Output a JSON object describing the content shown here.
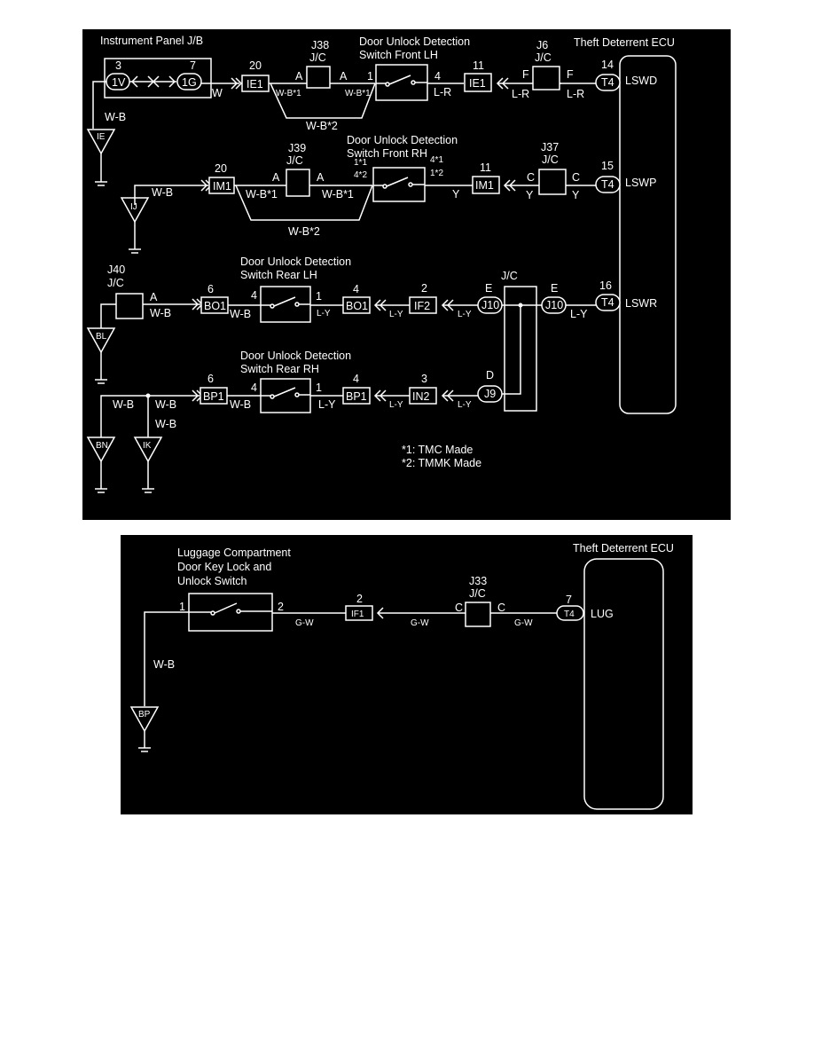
{
  "diagram1": {
    "ip_jb": "Instrument Panel J/B",
    "ecu_title": "Theft Deterrent ECU",
    "notes": [
      "*1: TMC Made",
      "*2: TMMK Made"
    ],
    "row1": {
      "pin3": "3",
      "c_1v": "1V",
      "pin7": "7",
      "c_1g": "1G",
      "w_w": "W",
      "w_wb": "W-B",
      "ground_ie": "IE",
      "pin20": "20",
      "c_ie1a": "IE1",
      "j38_name": "J38",
      "j38_jc": "J/C",
      "j38_a1": "A",
      "j38_a2": "A",
      "w_wb1_a": "W-B*1",
      "w_wb1_b": "W-B*1",
      "w_wb2": "W-B*2",
      "sw_title1": "Door Unlock Detection",
      "sw_title2": "Switch Front LH",
      "sw_pin1": "1",
      "sw_pin4": "4",
      "w_lr1": "L-R",
      "pin11": "11",
      "c_ie1b": "IE1",
      "j6_name": "J6",
      "j6_jc": "J/C",
      "j6_f1": "F",
      "j6_f2": "F",
      "w_lr2": "L-R",
      "w_lr3": "L-R",
      "pin14": "14",
      "c_t4": "T4",
      "ecu_pin": "LSWD"
    },
    "row2": {
      "ground_ij": "IJ",
      "w_wb": "W-B",
      "pin20": "20",
      "c_im1a": "IM1",
      "j39_name": "J39",
      "j39_jc": "J/C",
      "j39_a1": "A",
      "j39_a2": "A",
      "w_wb1_a": "W-B*1",
      "w_wb1_b": "W-B*1",
      "w_wb2": "W-B*2",
      "sw_title1": "Door Unlock Detection",
      "sw_title2": "Switch Front RH",
      "sw_pin_a": "1*1",
      "sw_pin_b": "4*2",
      "sw_pin_c": "4*1",
      "sw_pin_d": "1*2",
      "w_y1": "Y",
      "pin11": "11",
      "c_im1b": "IM1",
      "j37_name": "J37",
      "j37_jc": "J/C",
      "j37_c1": "C",
      "j37_c2": "C",
      "w_y2": "Y",
      "w_y3": "Y",
      "pin15": "15",
      "c_t4": "T4",
      "ecu_pin": "LSWP"
    },
    "row3": {
      "j40_name": "J40",
      "j40_jc": "J/C",
      "j40_a": "A",
      "w_wb": "W-B",
      "ground_bl": "BL",
      "pin6": "6",
      "c_bo1a": "BO1",
      "sw_pin4": "4",
      "w_wb2": "W-B",
      "sw_title1": "Door Unlock Detection",
      "sw_title2": "Switch Rear LH",
      "sw_pin1": "1",
      "w_ly1": "L-Y",
      "pin4": "4",
      "c_bo1b": "BO1",
      "w_ly2": "L-Y",
      "pin2": "2",
      "c_if2": "IF2",
      "w_ly3": "L-Y",
      "e1": "E",
      "c_j10a": "J10",
      "jc_label": "J/C",
      "e2": "E",
      "c_j10b": "J10",
      "w_ly4": "L-Y",
      "pin16": "16",
      "c_t4": "T4",
      "ecu_pin": "LSWR"
    },
    "row4": {
      "w_wb1": "W-B",
      "w_wb2": "W-B",
      "w_wb3": "W-B",
      "ground_bn": "BN",
      "ground_ik": "IK",
      "pin6": "6",
      "c_bp1a": "BP1",
      "sw_pin4": "4",
      "w_wb4": "W-B",
      "sw_title1": "Door Unlock Detection",
      "sw_title2": "Switch Rear RH",
      "sw_pin1": "1",
      "w_ly1": "L-Y",
      "pin4": "4",
      "c_bp1b": "BP1",
      "w_ly2": "L-Y",
      "pin3": "3",
      "c_in2": "IN2",
      "w_ly3": "L-Y",
      "d": "D",
      "c_j9": "J9"
    }
  },
  "diagram2": {
    "ecu_title": "Theft Deterrent ECU",
    "sw_title1": "Luggage Compartment",
    "sw_title2": "Door Key Lock and",
    "sw_title3": "Unlock Switch",
    "sw_pin1": "1",
    "sw_pin2": "2",
    "w_gw1": "G-W",
    "pin2": "2",
    "c_if1": "IF1",
    "w_gw2": "G-W",
    "j33_name": "J33",
    "j33_jc": "J/C",
    "j33_c1": "C",
    "j33_c2": "C",
    "w_gw3": "G-W",
    "pin7": "7",
    "c_t4": "T4",
    "ecu_pin": "LUG",
    "w_wb": "W-B",
    "ground_bp": "BP"
  }
}
